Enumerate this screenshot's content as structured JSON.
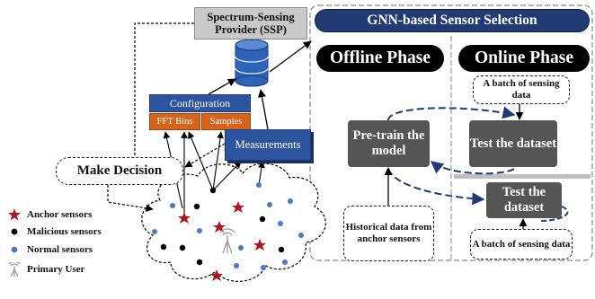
{
  "ssp_label": "Spectrum-Sensing Provider (SSP)",
  "gnn_title": "GNN-based Sensor Selection",
  "offline_phase": "Offline Phase",
  "online_phase": "Online Phase",
  "configuration": {
    "title": "Configuration",
    "fft_bins": "FFT Bins",
    "samples": "Samples"
  },
  "measurements": "Measurements",
  "make_decision": "Make Decision",
  "pretrain": "Pre-train the model",
  "test_dataset_online": "Test the dataset",
  "test_dataset_lower": "Test the dataset",
  "batch_top": "A batch of sensing data",
  "batch_bottom": "A batch of sensing data",
  "historical": "Historical data from anchor sensors",
  "legend": [
    {
      "label": "Anchor sensors",
      "symbol": "star",
      "color": "#b3131b"
    },
    {
      "label": "Malicious sensors",
      "symbol": "dot",
      "color": "#000000"
    },
    {
      "label": "Normal sensors",
      "symbol": "dot",
      "color": "#4a79c8"
    },
    {
      "label": "Primary User",
      "symbol": "antenna-icon",
      "color": "#9a9a9a"
    }
  ],
  "colors": {
    "navy": "#203a73",
    "blue_box": "#2d549f",
    "orange_box": "#d7631a",
    "gray_box": "#555555",
    "dashed_arrow": "#203a73"
  }
}
